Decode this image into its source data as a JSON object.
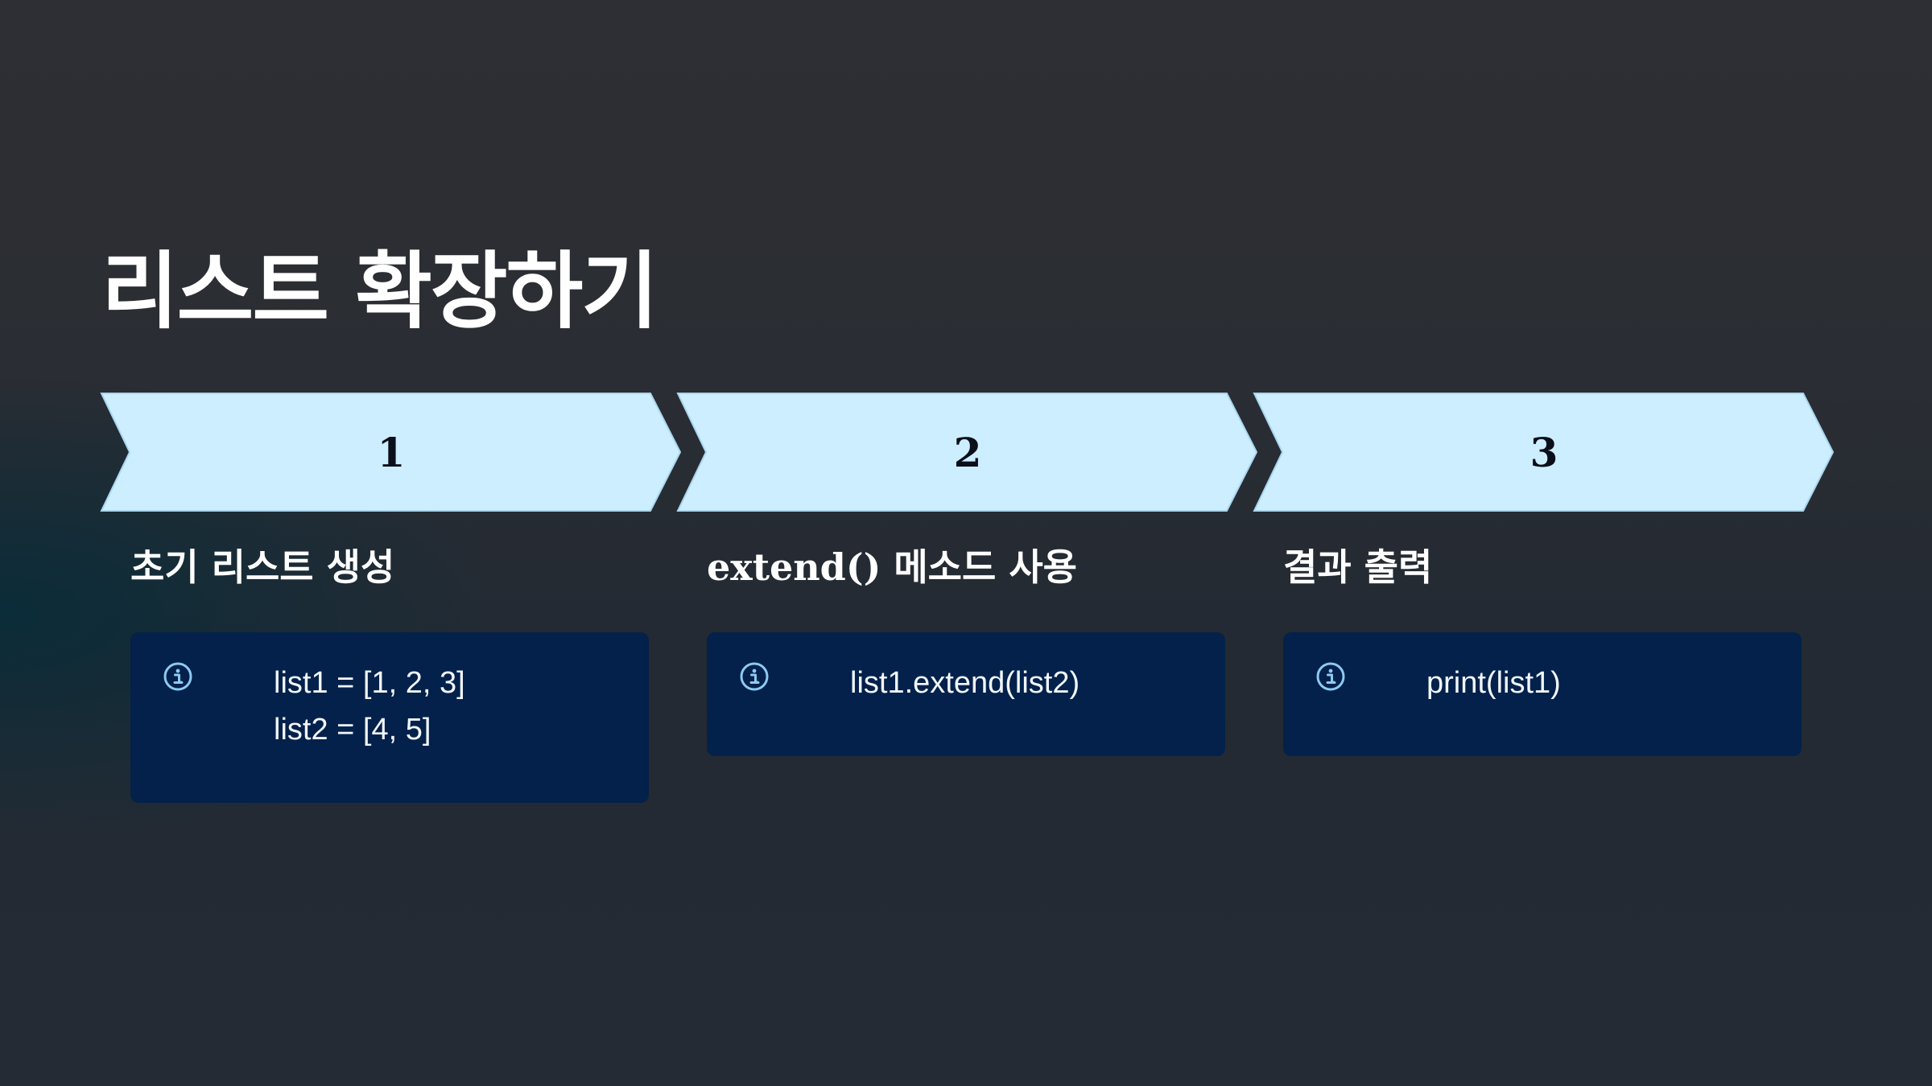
{
  "title": "리스트 확장하기",
  "colors": {
    "chevron_fill": "#cdeeff",
    "chevron_stroke": "#a9d6ef",
    "card_bg": "#03214a",
    "icon_color": "#8ec9f2"
  },
  "steps": [
    {
      "number": "1",
      "title": "초기 리스트 생성",
      "icon": "info-icon",
      "lines": [
        "list1 = [1, 2, 3]",
        "list2 = [4, 5]"
      ]
    },
    {
      "number": "2",
      "title": "extend() 메소드 사용",
      "icon": "info-icon",
      "lines": [
        "list1.extend(list2)"
      ]
    },
    {
      "number": "3",
      "title": "결과 출력",
      "icon": "info-icon",
      "lines": [
        "print(list1)"
      ]
    }
  ]
}
